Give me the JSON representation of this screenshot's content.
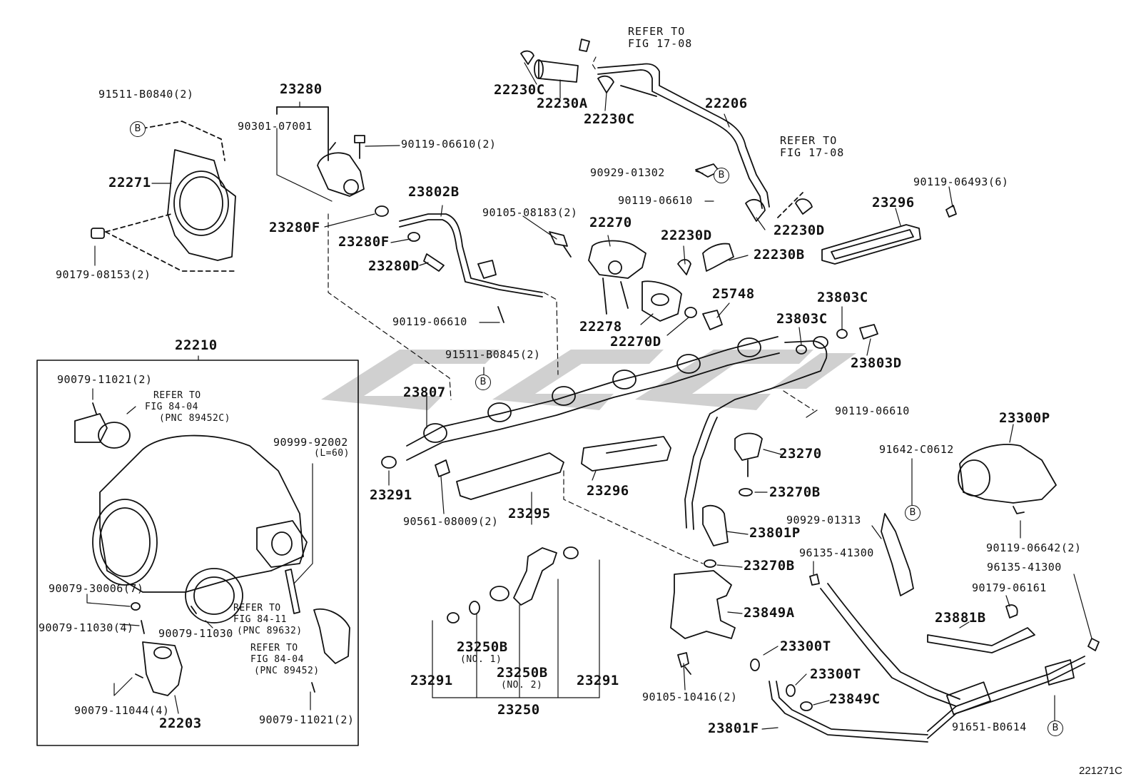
{
  "diagram_code": "221271C",
  "watermark": "",
  "labels": {
    "p23280": "23280",
    "p91511_B0840": "91511-B0840(2)",
    "p90301_07001": "90301-07001",
    "p90119_06610_2": "90119-06610(2)",
    "p22271": "22271",
    "p90179_08153": "90179-08153(2)",
    "p23280F_a": "23280F",
    "p23280F_b": "23280F",
    "p23802B": "23802B",
    "p23280D": "23280D",
    "p90119_06610_a": "90119-06610",
    "p22230C_a": "22230C",
    "p22230A": "22230A",
    "p22230C_b": "22230C",
    "p22206": "22206",
    "p90929_01302": "90929-01302",
    "p90119_06610_b": "90119-06610",
    "p90105_08183": "90105-08183(2)",
    "p22270": "22270",
    "p22230D_a": "22230D",
    "p22230D_b": "22230D",
    "p22230B": "22230B",
    "p90119_06493": "90119-06493(6)",
    "p23296_a": "23296",
    "p25748": "25748",
    "p22278": "22278",
    "p22270D": "22270D",
    "p23803C_a": "23803C",
    "p23803C_b": "23803C",
    "p23803D": "23803D",
    "p91511_B0845": "91511-B0845(2)",
    "p23807": "23807",
    "p90119_06610_c": "90119-06610",
    "p23300P": "23300P",
    "p91642_C0612": "91642-C0612",
    "p23270": "23270",
    "p23270B_a": "23270B",
    "p23296_b": "23296",
    "p23291_a": "23291",
    "p90561_08009": "90561-08009(2)",
    "p23295": "23295",
    "p23801P": "23801P",
    "p90929_01313": "90929-01313",
    "p96135_41300_a": "96135-41300",
    "p23270B_b": "23270B",
    "p90119_06642": "90119-06642(2)",
    "p96135_41300_b": "96135-41300",
    "p90179_06161": "90179-06161",
    "p23849A": "23849A",
    "p23881B": "23881B",
    "p23300T_a": "23300T",
    "p23300T_b": "23300T",
    "p23849C": "23849C",
    "p90105_10416": "90105-10416(2)",
    "p23801F": "23801F",
    "p91651_B0614": "91651-B0614",
    "p23250B_no1": "23250B",
    "p23250B_no1_sub": "(NO. 1)",
    "p23250B_no2": "23250B",
    "p23250B_no2_sub": "(NO. 2)",
    "p23291_b": "23291",
    "p23291_c": "23291",
    "p23250": "23250",
    "p22210": "22210",
    "p90079_11021_a": "90079-11021(2)",
    "p90999_92002": "90999-92002",
    "p90999_92002_sub": "(L=60)",
    "p90079_30006": "90079-30006(7)",
    "p90079_11030_4": "90079-11030(4)",
    "p90079_11030": "90079-11030",
    "p90079_11044": "90079-11044(4)",
    "p22203": "22203",
    "p90079_11021_b": "90079-11021(2)"
  },
  "refer_notes": {
    "r1": [
      "REFER TO",
      "FIG 17-08"
    ],
    "r2": [
      "REFER TO",
      "FIG 17-08"
    ],
    "r3": [
      "REFER TO",
      "FIG 84-04",
      "(PNC 89452C)"
    ],
    "r4": [
      "REFER TO",
      "FIG 84-11",
      "(PNC 89632)"
    ],
    "r5": [
      "REFER TO",
      "FIG 84-04",
      "(PNC 89452)"
    ]
  },
  "bolt_marker": "B",
  "colors": {
    "ink": "#111111",
    "watermark": "#c8c8c8"
  }
}
